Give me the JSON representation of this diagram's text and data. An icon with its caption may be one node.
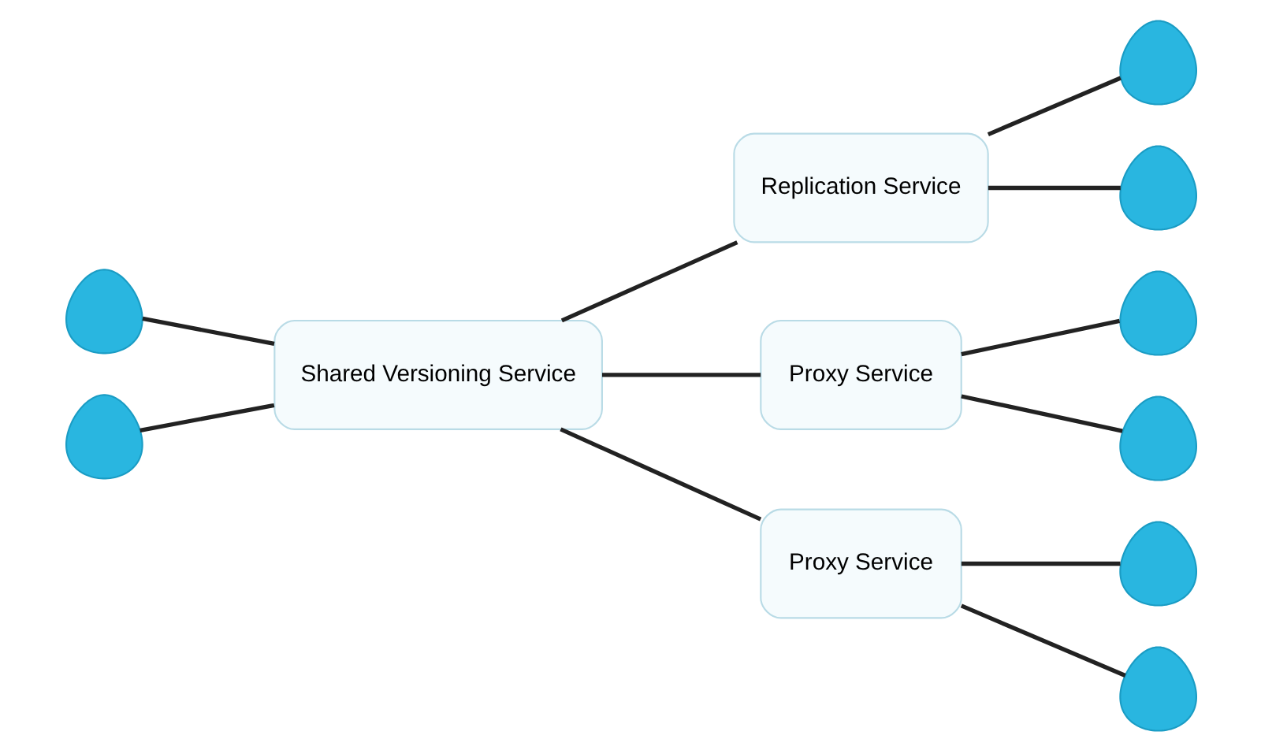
{
  "diagram": {
    "nodes": [
      {
        "text": [],
        "shape": "person"
      },
      {
        "text": [],
        "shape": "person"
      },
      {
        "text": [
          "Replication Service"
        ]
      },
      {
        "text": [],
        "shape": "person"
      },
      {
        "text": [
          "Shared Versioning Service"
        ]
      },
      {
        "text": [],
        "shape": "person"
      },
      {
        "text": [
          "Proxy Service"
        ]
      },
      {
        "text": [],
        "shape": "person"
      },
      {
        "text": [],
        "shape": "person"
      },
      {
        "text": [
          "Proxy Service"
        ]
      },
      {
        "text": [],
        "shape": "person"
      },
      {
        "text": [],
        "shape": "person"
      }
    ],
    "edges": [
      {
        "from": 0,
        "to": 4,
        "arrow": "none"
      },
      {
        "from": 1,
        "to": 4,
        "arrow": "none"
      },
      {
        "from": 4,
        "to": 2,
        "arrow": "none"
      },
      {
        "from": 2,
        "to": 3,
        "arrow": "none"
      },
      {
        "from": 2,
        "to": 5,
        "arrow": "none"
      },
      {
        "from": 4,
        "to": 6,
        "arrow": "none"
      },
      {
        "from": 4,
        "to": 9,
        "arrow": "none"
      },
      {
        "from": 6,
        "to": 7,
        "arrow": "none"
      },
      {
        "from": 6,
        "to": 8,
        "arrow": "none"
      },
      {
        "from": 9,
        "to": 10,
        "arrow": "none"
      },
      {
        "from": 9,
        "to": 11,
        "arrow": "none"
      }
    ]
  }
}
